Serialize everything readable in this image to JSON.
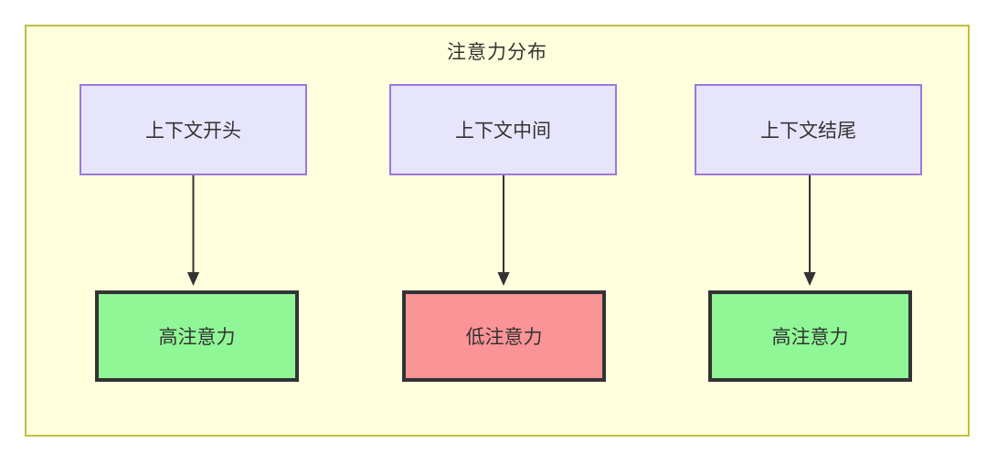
{
  "diagram": {
    "title": "注意力分布",
    "background_color": "#ffffdd",
    "border_color": "#bfbf3f",
    "columns": [
      {
        "context": {
          "label": "上下文开头",
          "fill": "#e7e5fc",
          "stroke": "#9b77dd"
        },
        "attention": {
          "label": "高注意力",
          "fill": "#90f796",
          "stroke": "#333333",
          "level": "high"
        },
        "edge": {
          "from": "上下文开头",
          "to": "高注意力",
          "label": ""
        }
      },
      {
        "context": {
          "label": "上下文中间",
          "fill": "#e7e5fc",
          "stroke": "#9b77dd"
        },
        "attention": {
          "label": "低注意力",
          "fill": "#fb9497",
          "stroke": "#333333",
          "level": "low"
        },
        "edge": {
          "from": "上下文中间",
          "to": "低注意力",
          "label": ""
        }
      },
      {
        "context": {
          "label": "上下文结尾",
          "fill": "#e7e5fc",
          "stroke": "#9b77dd"
        },
        "attention": {
          "label": "高注意力",
          "fill": "#90f796",
          "stroke": "#333333",
          "level": "high"
        },
        "edge": {
          "from": "上下文结尾",
          "to": "高注意力",
          "label": ""
        }
      }
    ]
  }
}
